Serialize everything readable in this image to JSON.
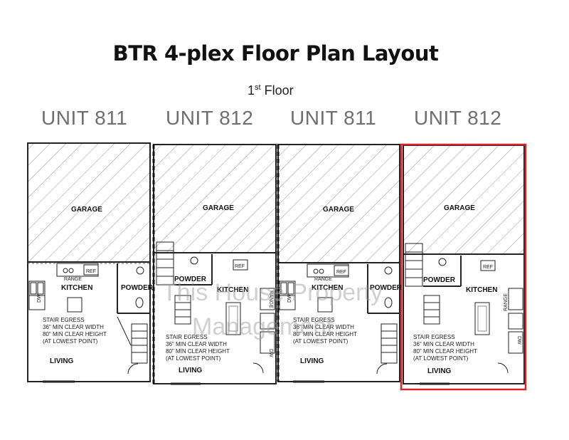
{
  "title": "BTR 4-plex Floor Plan Layout",
  "floor": {
    "ordinal": "1",
    "ordinal_suffix": "st",
    "label": "Floor"
  },
  "units": [
    "UNIT 811",
    "UNIT 812",
    "UNIT 811",
    "UNIT 812"
  ],
  "rooms": {
    "garage": "GARAGE",
    "kitchen": "KITCHEN",
    "powder": "POWDER",
    "living": "LIVING",
    "range": "RANGE",
    "ref": "REF",
    "dw": "DW"
  },
  "stair_note": [
    "STAIR EGRESS",
    "36\" MIN CLEAR WIDTH",
    "80\" MIN CLEAR HEIGHT",
    "(AT LOWEST POINT)"
  ],
  "watermark": [
    "This House Property",
    "Management"
  ],
  "highlight_color": "#d9262c"
}
